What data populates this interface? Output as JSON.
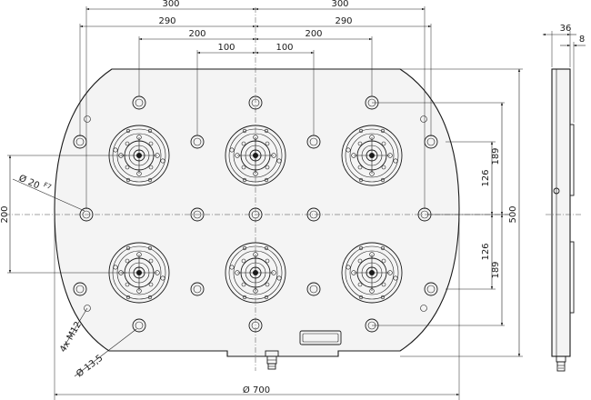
{
  "drawing": {
    "top_dims": {
      "d300_left": "300",
      "d300_right": "300",
      "d290_left": "290",
      "d290_right": "290",
      "d200_left": "200",
      "d200_right": "200",
      "d100_left": "100",
      "d100_right": "100"
    },
    "left_dims": {
      "d200": "200",
      "bore": "Ø 20",
      "bore_tol": "F7",
      "thread": "4x M12",
      "hole": "Ø 13,5"
    },
    "right_dims": {
      "d189_top": "189",
      "d126_top": "126",
      "d126_bottom": "126",
      "d189_bottom": "189",
      "d500": "500"
    },
    "bottom_dims": {
      "d700": "Ø 700"
    },
    "side_view": {
      "d36": "36",
      "d8": "8"
    }
  }
}
